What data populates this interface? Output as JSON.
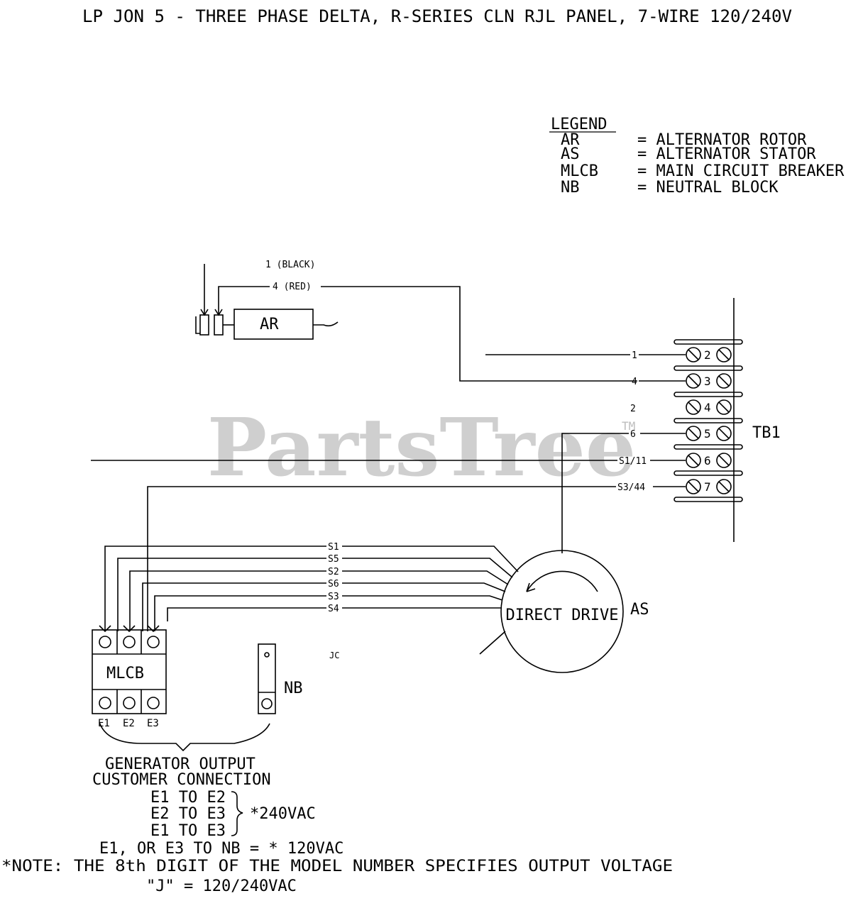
{
  "title": "LP JON 5 - THREE PHASE DELTA, R-SERIES CLN RJL PANEL, 7-WIRE 120/240V",
  "watermark": {
    "text": "PartsTree",
    "tm": "TM"
  },
  "legend": {
    "heading": "LEGEND",
    "entries": [
      {
        "code": "AR",
        "desc": "= ALTERNATOR ROTOR"
      },
      {
        "code": "AS",
        "desc": "= ALTERNATOR STATOR"
      },
      {
        "code": "MLCB",
        "desc": "= MAIN CIRCUIT BREAKER"
      },
      {
        "code": "NB",
        "desc": "= NEUTRAL BLOCK"
      }
    ]
  },
  "rotor": {
    "label": "AR",
    "wire_black": "1 (BLACK)",
    "wire_red": "4 (RED)"
  },
  "terminal_block": {
    "label": "TB1",
    "terminals": [
      "2",
      "3",
      "4",
      "5",
      "6",
      "7"
    ],
    "wires": [
      "1",
      "4",
      "2",
      "6",
      "S1/11",
      "S3/44"
    ]
  },
  "stator": {
    "label": "AS",
    "center_text": "DIRECT DRIVE",
    "leads": [
      "S1",
      "S5",
      "S2",
      "S6",
      "S3",
      "S4"
    ]
  },
  "breaker": {
    "label": "MLCB",
    "outputs": [
      "E1",
      "E2",
      "E3"
    ]
  },
  "neutral_block": {
    "label": "NB"
  },
  "stray_mark": "JC",
  "notes": {
    "output_title_1": "GENERATOR OUTPUT",
    "output_title_2": "CUSTOMER CONNECTION",
    "line1": "E1 TO E2",
    "line2": "E2 TO E3",
    "line2_value": "*240VAC",
    "line3": "E1 TO E3",
    "line4": "E1, OR E3 TO NB = * 120VAC",
    "note": "*NOTE: THE 8th DIGIT OF THE MODEL NUMBER SPECIFIES OUTPUT VOLTAGE",
    "note_value": "\"J\" = 120/240VAC"
  }
}
